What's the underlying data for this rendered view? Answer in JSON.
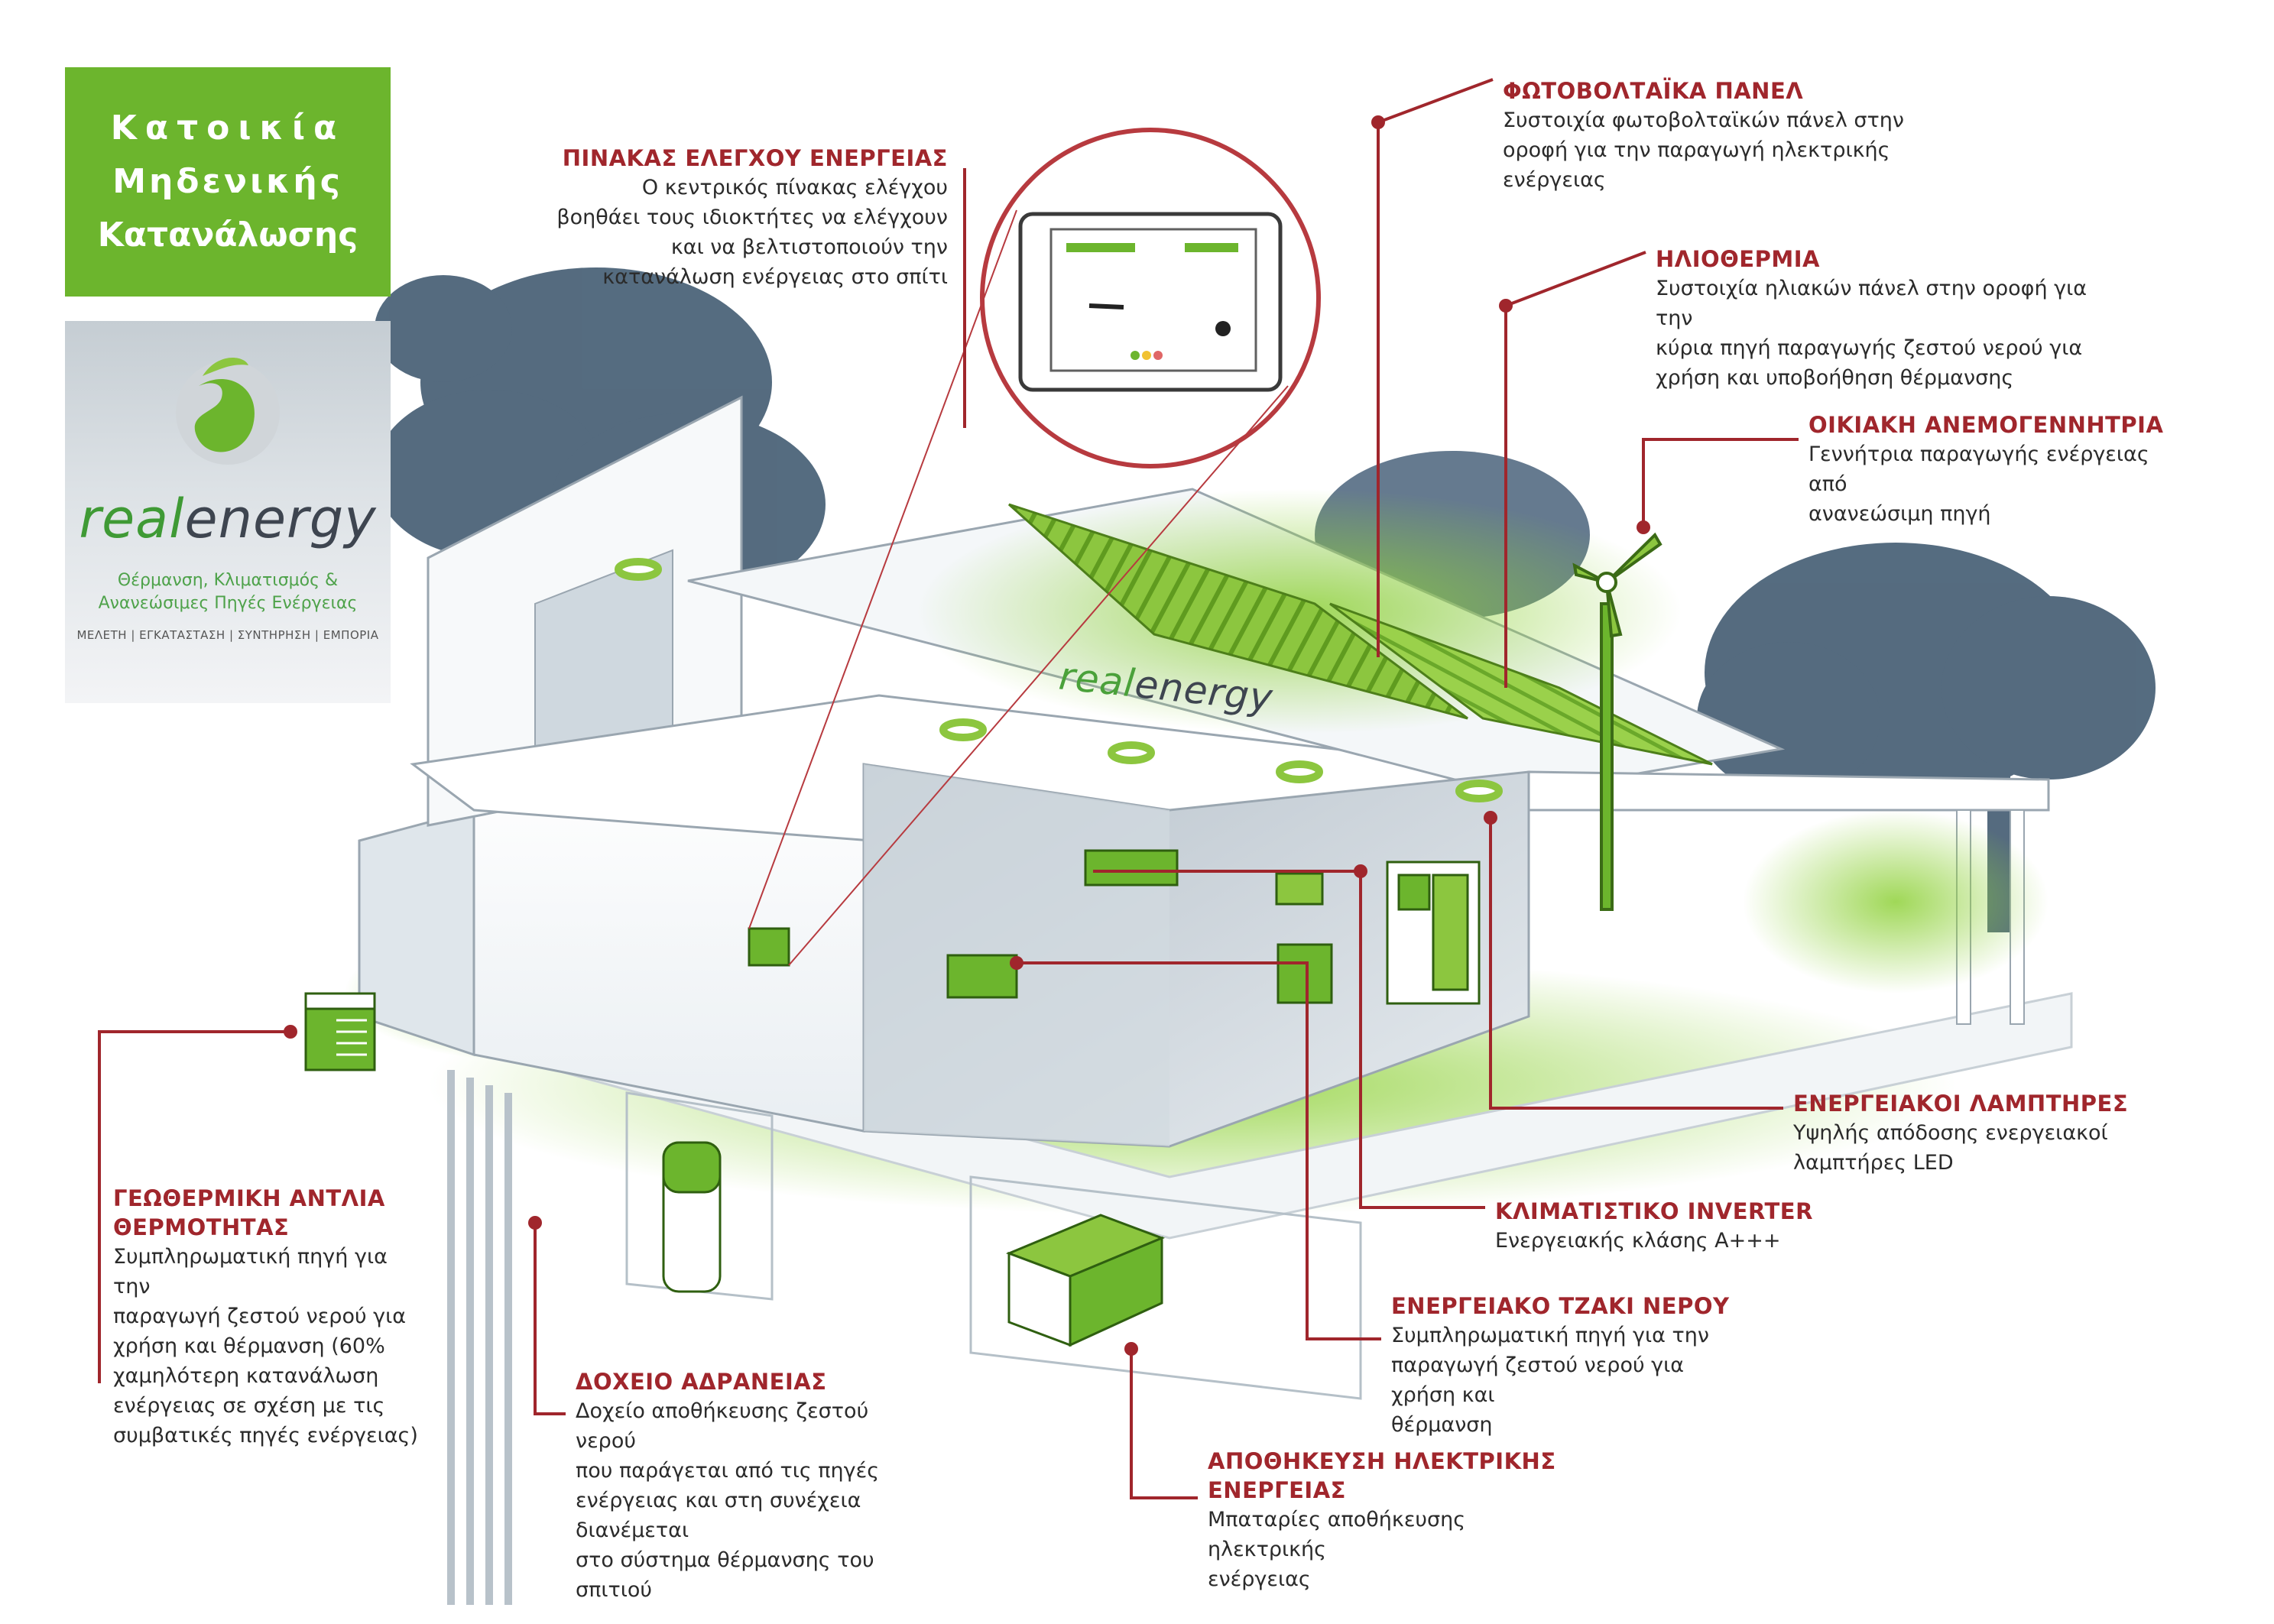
{
  "title": {
    "line1": "Κατοικία",
    "line2": "Μηδενικής",
    "line3": "Κατανάλωσης"
  },
  "logo": {
    "brand_part1": "real",
    "brand_part2": "energy",
    "tagline_line1": "Θέρμανση, Κλιματισμός &",
    "tagline_line2": "Ανανεώσιμες Πηγές Ενέργειας",
    "services": "ΜΕΛΕΤΗ | ΕΓΚΑΤΑΣΤΑΣΗ | ΣΥΝΤΗΡΗΣΗ | ΕΜΠΟΡΙΑ"
  },
  "wall_sign": {
    "part1": "real",
    "part2": "energy"
  },
  "colors": {
    "accent_green": "#6cb52d",
    "callout_red": "#a0262c",
    "leader_red": "#a0262c"
  },
  "callouts": {
    "control_panel": {
      "heading": "ΠΙΝΑΚΑΣ ΕΛΕΓΧΟΥ ΕΝΕΡΓΕΙΑΣ",
      "line1": "Ο κεντρικός πίνακας ελέγχου",
      "line2": "βοηθάει τους ιδιοκτήτες να ελέγχουν",
      "line3": "και να βελτιστοποιούν την",
      "line4": "κατανάλωση ενέργειας στο σπίτι"
    },
    "photovoltaic": {
      "heading": "ΦΩΤΟΒΟΛΤΑΪΚΑ ΠΑΝΕΛ",
      "line1": "Συστοιχία φωτοβολταϊκών πάνελ στην",
      "line2": "οροφή για την παραγωγή ηλεκτρικής",
      "line3": "ενέργειας"
    },
    "solar_thermal": {
      "heading": "ΗΛΙΟΘΕΡΜΙΑ",
      "line1": "Συστοιχία ηλιακών πάνελ στην οροφή για την",
      "line2": "κύρια πηγή παραγωγής ζεστού νερού για",
      "line3": "χρήση και υποβοήθηση θέρμανσης"
    },
    "wind_turbine": {
      "heading": "ΟΙΚΙΑΚΗ ΑΝΕΜΟΓΕΝΝΗΤΡΙΑ",
      "line1": "Γεννήτρια παραγωγής ενέργειας από",
      "line2": "ανανεώσιμη πηγή"
    },
    "lamps": {
      "heading": "ΕΝΕΡΓΕΙΑΚΟΙ ΛΑΜΠΤΗΡΕΣ",
      "line1": "Υψηλής απόδοσης ενεργειακοί",
      "line2": "λαμπτήρες LED"
    },
    "air_conditioner": {
      "heading": "ΚΛΙΜΑΤΙΣΤΙΚΟ INVERTER",
      "line1": "Ενεργειακής κλάσης Α+++"
    },
    "fireplace": {
      "heading": "ΕΝΕΡΓΕΙΑΚΟ ΤΖΑΚΙ ΝΕΡΟΥ",
      "line1": "Συμπληρωματική πηγή για την",
      "line2": "παραγωγή ζεστού νερού για χρήση και",
      "line3": "θέρμανση"
    },
    "battery": {
      "heading_line1": "ΑΠΟΘΗΚΕΥΣΗ ΗΛΕΚΤΡΙΚΗΣ",
      "heading_line2": "ΕΝΕΡΓΕΙΑΣ",
      "line1": "Μπαταρίες αποθήκευσης ηλεκτρικής",
      "line2": "ενέργειας"
    },
    "buffer_tank": {
      "heading": "ΔΟΧΕΙΟ ΑΔΡΑΝΕΙΑΣ",
      "line1": "Δοχείο αποθήκευσης ζεστού νερού",
      "line2": "που παράγεται από τις πηγές",
      "line3": "ενέργειας και στη συνέχεια διανέμεται",
      "line4": "στο σύστημα θέρμανσης του σπιτιού"
    },
    "geothermal": {
      "heading_line1": "ΓΕΩΘΕΡΜΙΚΗ ΑΝΤΛΙΑ",
      "heading_line2": "ΘΕΡΜΟΤΗΤΑΣ",
      "line1": "Συμπληρωματική πηγή για την",
      "line2": "παραγωγή ζεστού νερού για",
      "line3": "χρήση και θέρμανση (60%",
      "line4": "χαμηλότερη κατανάλωση",
      "line5": "ενέργειας σε σχέση με τις",
      "line6": "συμβατικές πηγές ενέργειας)"
    }
  }
}
